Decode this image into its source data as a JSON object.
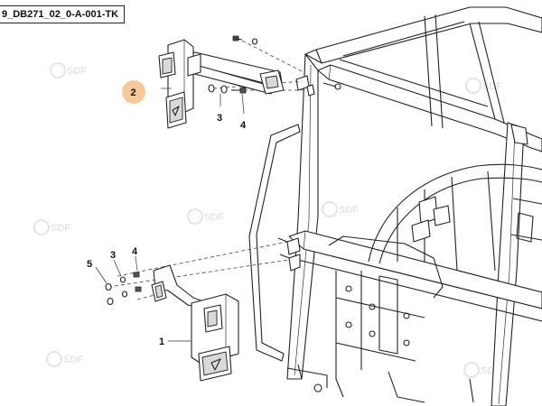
{
  "reference_code": "9_DB271_02_0-A-001-TK",
  "watermark": "SDF",
  "callouts": {
    "upper": {
      "part_2": "2",
      "part_3": "3",
      "part_4": "4"
    },
    "lower": {
      "part_1": "1",
      "part_3": "3",
      "part_4": "4",
      "part_5": "5"
    }
  },
  "colors": {
    "highlight_badge": "#f5c99a",
    "line": "#222222",
    "watermark": "#e4e4e4"
  }
}
